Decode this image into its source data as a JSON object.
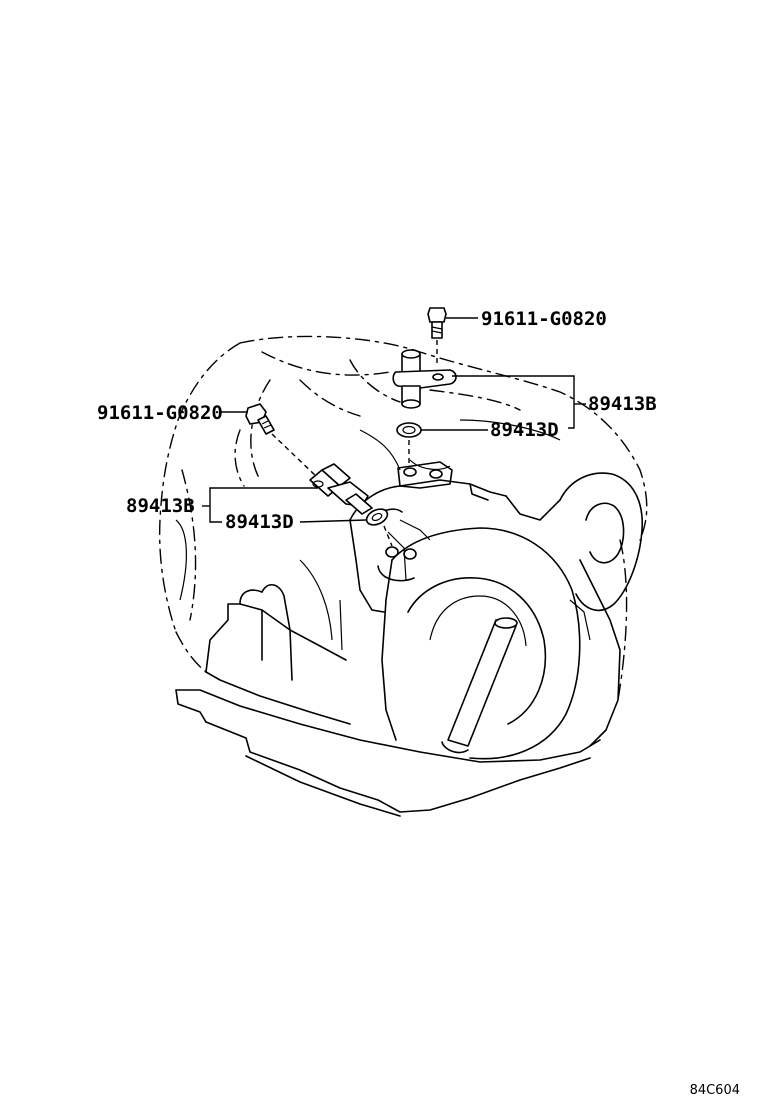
{
  "callouts": {
    "bolt_upper": "91611-G0820",
    "bolt_left": "91611-G0820",
    "sensor_upper": "89413B",
    "oring_upper": "89413D",
    "sensor_left": "89413B",
    "oring_left": "89413D"
  },
  "diagram_code": "84C604"
}
